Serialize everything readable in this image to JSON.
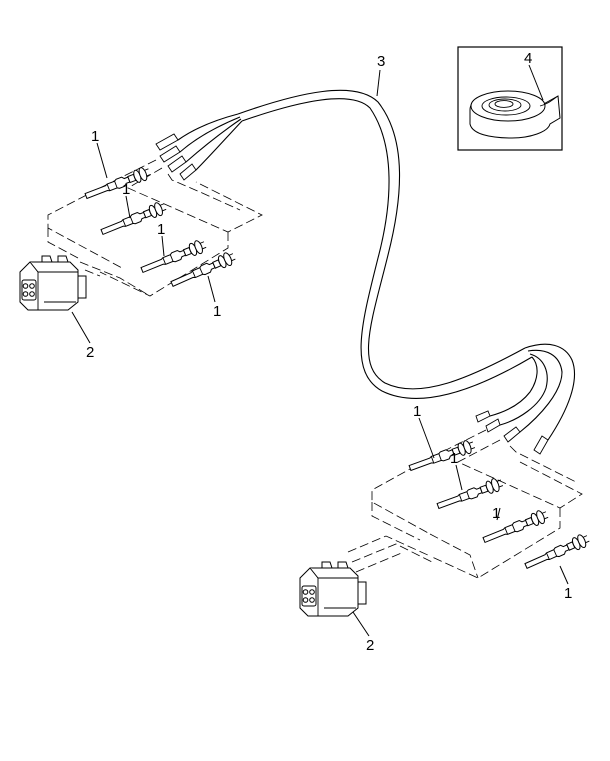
{
  "callouts": {
    "terminal": "1",
    "connector": "2",
    "harness": "3",
    "sleeve": "4"
  },
  "icons": {
    "terminal": "crimp-terminal-icon",
    "connector": "connector-housing-icon",
    "sleeve": "heat-shrink-sleeve-icon"
  }
}
